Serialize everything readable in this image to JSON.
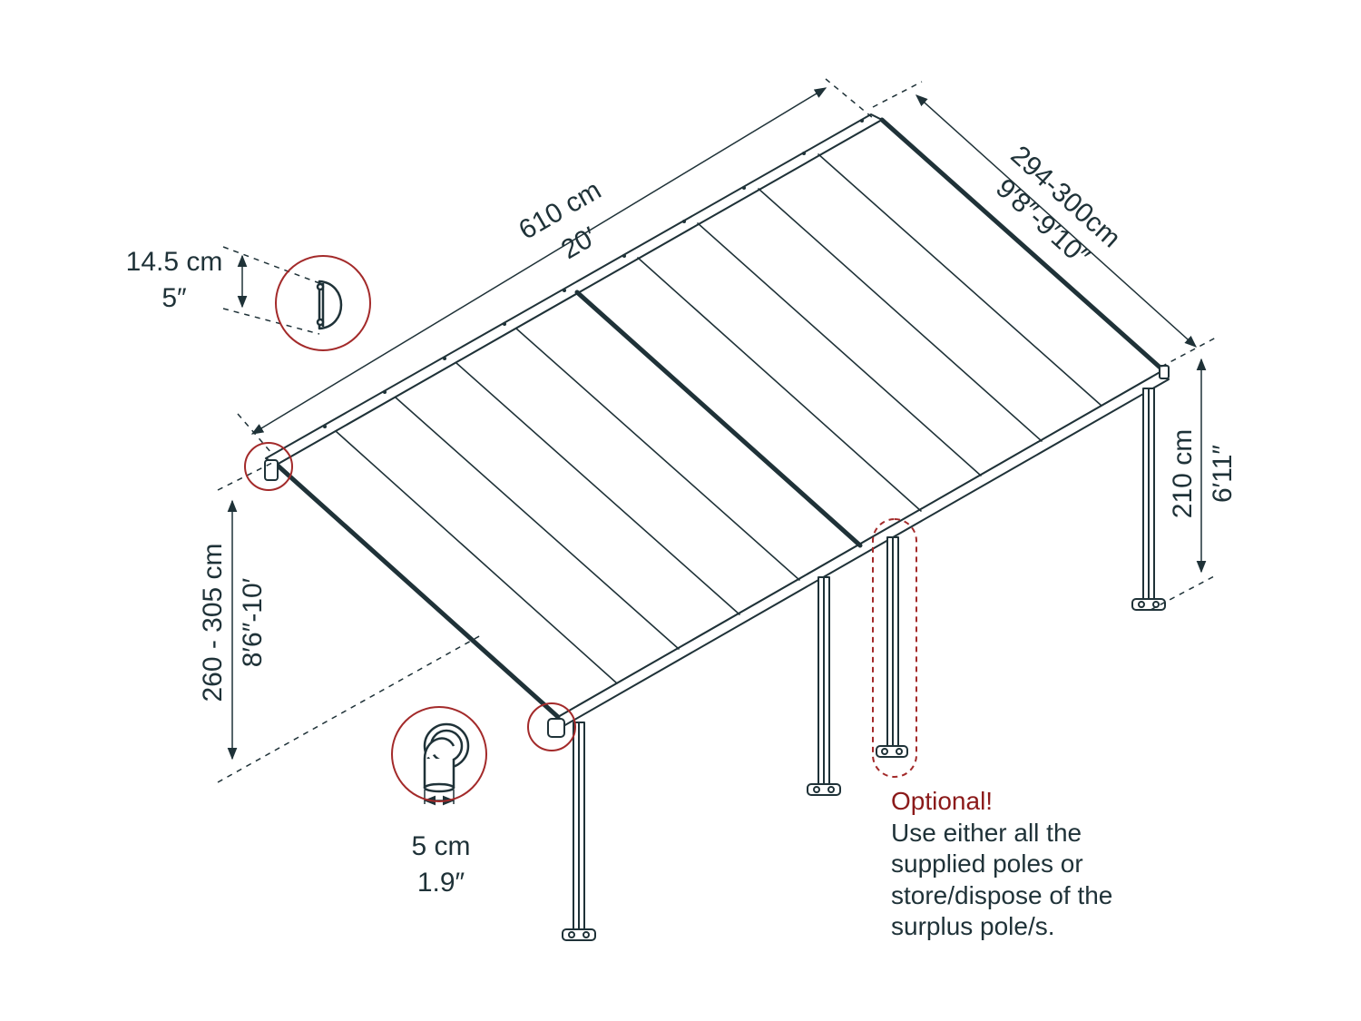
{
  "dimensions": {
    "length": {
      "metric": "610 cm",
      "imperial": "20′"
    },
    "width": {
      "metric": "294-300cm",
      "imperial": "9′8″-9′10″"
    },
    "back_height": {
      "metric": "210 cm",
      "imperial": "6′11″"
    },
    "front_height": {
      "metric": "260 - 305 cm",
      "imperial": "8′6″-10′"
    },
    "gutter_height": {
      "metric": "14.5 cm",
      "imperial": "5″"
    },
    "downpipe_diameter": {
      "metric": "5 cm",
      "imperial": "1.9″"
    }
  },
  "note": {
    "title": "Optional!",
    "lines": [
      "Use either all the",
      "supplied poles or",
      "store/dispose of the",
      "surplus pole/s."
    ]
  },
  "colors": {
    "line": "#1f3238",
    "highlight": "#a32a2a",
    "note_title": "#8b1a1a"
  }
}
